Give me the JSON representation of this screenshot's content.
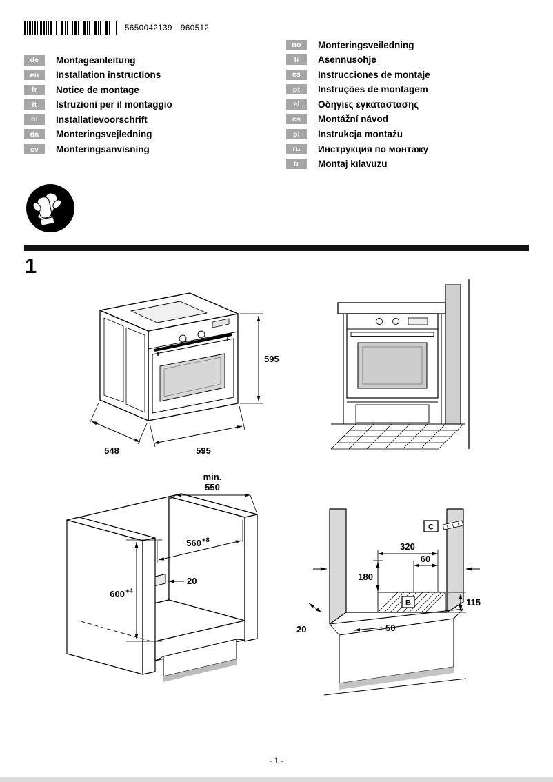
{
  "header": {
    "barcode_value": "5650042139",
    "print_code": "960512"
  },
  "languages_left": [
    {
      "code": "de",
      "title": "Montageanleitung"
    },
    {
      "code": "en",
      "title": "Installation instructions"
    },
    {
      "code": "fr",
      "title": "Notice de montage"
    },
    {
      "code": "it",
      "title": "Istruzioni per il montaggio"
    },
    {
      "code": "nl",
      "title": "Installatievoorschrift"
    },
    {
      "code": "da",
      "title": "Monteringsvejledning"
    },
    {
      "code": "sv",
      "title": "Monteringsanvisning"
    }
  ],
  "languages_right": [
    {
      "code": "no",
      "title": "Monteringsveiledning"
    },
    {
      "code": "fi",
      "title": "Asennusohje"
    },
    {
      "code": "es",
      "title": "Instrucciones de montaje"
    },
    {
      "code": "pt",
      "title": "Instruções de montagem"
    },
    {
      "code": "el",
      "title": "Οδηγίες εγκατάστασης"
    },
    {
      "code": "cs",
      "title": "Montážní návod"
    },
    {
      "code": "pl",
      "title": "Instrukcja montażu"
    },
    {
      "code": "ru",
      "title": "Инструкция по монтажу"
    },
    {
      "code": "tr",
      "title": "Montaj kılavuzu"
    }
  ],
  "section_number": "1",
  "figures": {
    "oven": {
      "height_mm": "595",
      "depth_mm": "548",
      "width_mm": "595"
    },
    "cabinet_cutout": {
      "depth_min_label": "min.",
      "depth_min_value": "550",
      "width_value": "560",
      "width_tolerance": "+8",
      "height_value": "600",
      "height_tolerance": "+4",
      "rail_setback": "20"
    },
    "niche": {
      "zone_width": "320",
      "zone_right_offset": "60",
      "zone_height": "180",
      "detail_b_label": "B",
      "detail_c_label": "C",
      "bottom_zone_height": "115",
      "plinth_recess": "50",
      "panel_clearance": "20"
    }
  },
  "footer": {
    "page_number": "- 1 -"
  }
}
